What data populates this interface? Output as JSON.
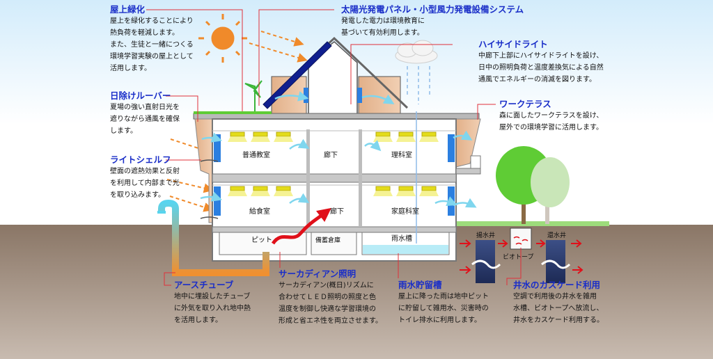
{
  "annotations": {
    "roof_green": {
      "title": "屋上緑化",
      "lines": [
        "屋上を緑化することにより",
        "熱負荷を軽減します。",
        "また、生徒と一緒につくる",
        "環境学習実験の屋上として",
        "活用します。"
      ]
    },
    "solar": {
      "title": "太陽光発電パネル・小型風力発電設備システム",
      "lines": [
        "発電した電力は環境教育に",
        "基づいて有効利用します。"
      ]
    },
    "highside": {
      "title": "ハイサイドライト",
      "lines": [
        "中廊下上部にハイサイドライトを設け、",
        "日中の照明負荷と温度差換気による自然",
        "通風でエネルギーの消滅を図ります。"
      ]
    },
    "louver": {
      "title": "日除けルーバー",
      "lines": [
        "夏場の強い直射日光を",
        "遮りながら通風を確保",
        "します。"
      ]
    },
    "terrace": {
      "title": "ワークテラス",
      "lines": [
        "森に面したワークテラスを設け、",
        "屋外での環境学習に活用します。"
      ]
    },
    "lightshelf": {
      "title": "ライトシェルフ",
      "lines": [
        "壁面の遮熱効果と反射",
        "を利用して内部まで光",
        "を取り込みます。"
      ]
    },
    "earthtube": {
      "title": "アースチューブ",
      "lines": [
        "地中に埋設したチューブ",
        "に外気を取り入れ地中熱",
        "を活用します。"
      ]
    },
    "circadian": {
      "title": "サーカディアン照明",
      "lines": [
        "サーカディアン(概日)リズムに",
        "合わせてＬＥＤ照明の照度と色",
        "温度を制御し快適な学習環境の",
        "形成と省エネ性を両立させます。"
      ]
    },
    "rainwater": {
      "title": "雨水貯留槽",
      "lines": [
        "屋上に降った雨は地中ピット",
        "に貯留して雑用水、災害時の",
        "トイレ排水に利用します。"
      ]
    },
    "cascade": {
      "title": "井水のカスケード利用",
      "lines": [
        "空調で利用後の井水を雑用",
        "水槽、ビオトープへ放流し、",
        "井水をカスケード利用する。"
      ]
    }
  },
  "rooms": {
    "classroom": "普通教室",
    "corridor_upper": "廊下",
    "science": "理科室",
    "lunch": "給食室",
    "corridor_lower": "廊下",
    "home_ec": "家庭科室",
    "pit": "ピット",
    "storage": "備蓄倉庫",
    "rain_tank": "雨水槽"
  },
  "wells": {
    "pump_well": "揚水井",
    "return_well": "還水井",
    "biotope": "ビオトープ"
  },
  "colors": {
    "sky_top": "#cfeafb",
    "ground": "#8d7a6b",
    "title_blue": "#1a2ec8",
    "leader_red": "#e0303a",
    "solar_panel": "#0f1f8f",
    "sun": "#f08a2a",
    "lighting": "#e3dc1a",
    "airflow": "#7fd6ee",
    "heat_arrow": "#f08a2a",
    "water": "#b8ecf7",
    "tree": "#5fcc35"
  }
}
